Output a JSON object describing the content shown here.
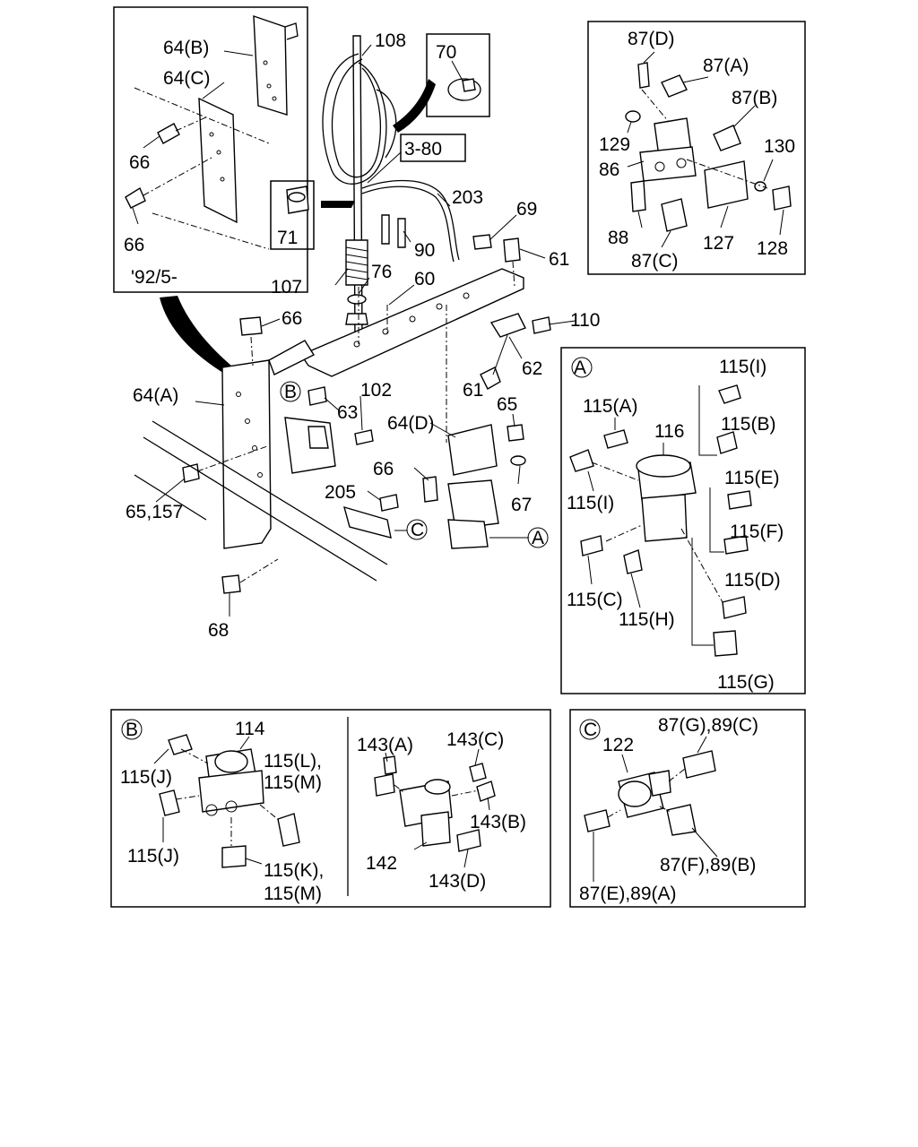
{
  "diagram": {
    "inset_top_left": {
      "date_code": "'92/5-",
      "labels": [
        "64(B)",
        "64(C)",
        "66",
        "66"
      ]
    },
    "inset_70": "70",
    "inset_71": "71",
    "ref_box": "3-80",
    "main_labels": [
      "108",
      "203",
      "69",
      "61",
      "90",
      "76",
      "60",
      "107",
      "66",
      "110",
      "62",
      "61",
      "102",
      "64(A)",
      "63",
      "64(D)",
      "65",
      "66",
      "67",
      "205",
      "65,157",
      "68"
    ],
    "callouts": {
      "A": "A",
      "B": "B",
      "C": "C"
    },
    "panel_top_right": [
      "87(D)",
      "87(A)",
      "87(B)",
      "129",
      "130",
      "86",
      "88",
      "127",
      "128",
      "87(C)"
    ],
    "panel_A": [
      "115(I)",
      "115(A)",
      "116",
      "115(B)",
      "115(E)",
      "115(I)",
      "115(F)",
      "115(C)",
      "115(D)",
      "115(H)",
      "115(G)"
    ],
    "panel_B_left": [
      "114",
      "115(J)",
      "115(L),",
      "115(M)",
      "115(J)",
      "115(K),",
      "115(M)"
    ],
    "panel_B_right": [
      "143(A)",
      "143(C)",
      "143(B)",
      "142",
      "143(D)"
    ],
    "panel_C": [
      "87(G),89(C)",
      "122",
      "87(F),89(B)",
      "87(E),89(A)"
    ]
  }
}
